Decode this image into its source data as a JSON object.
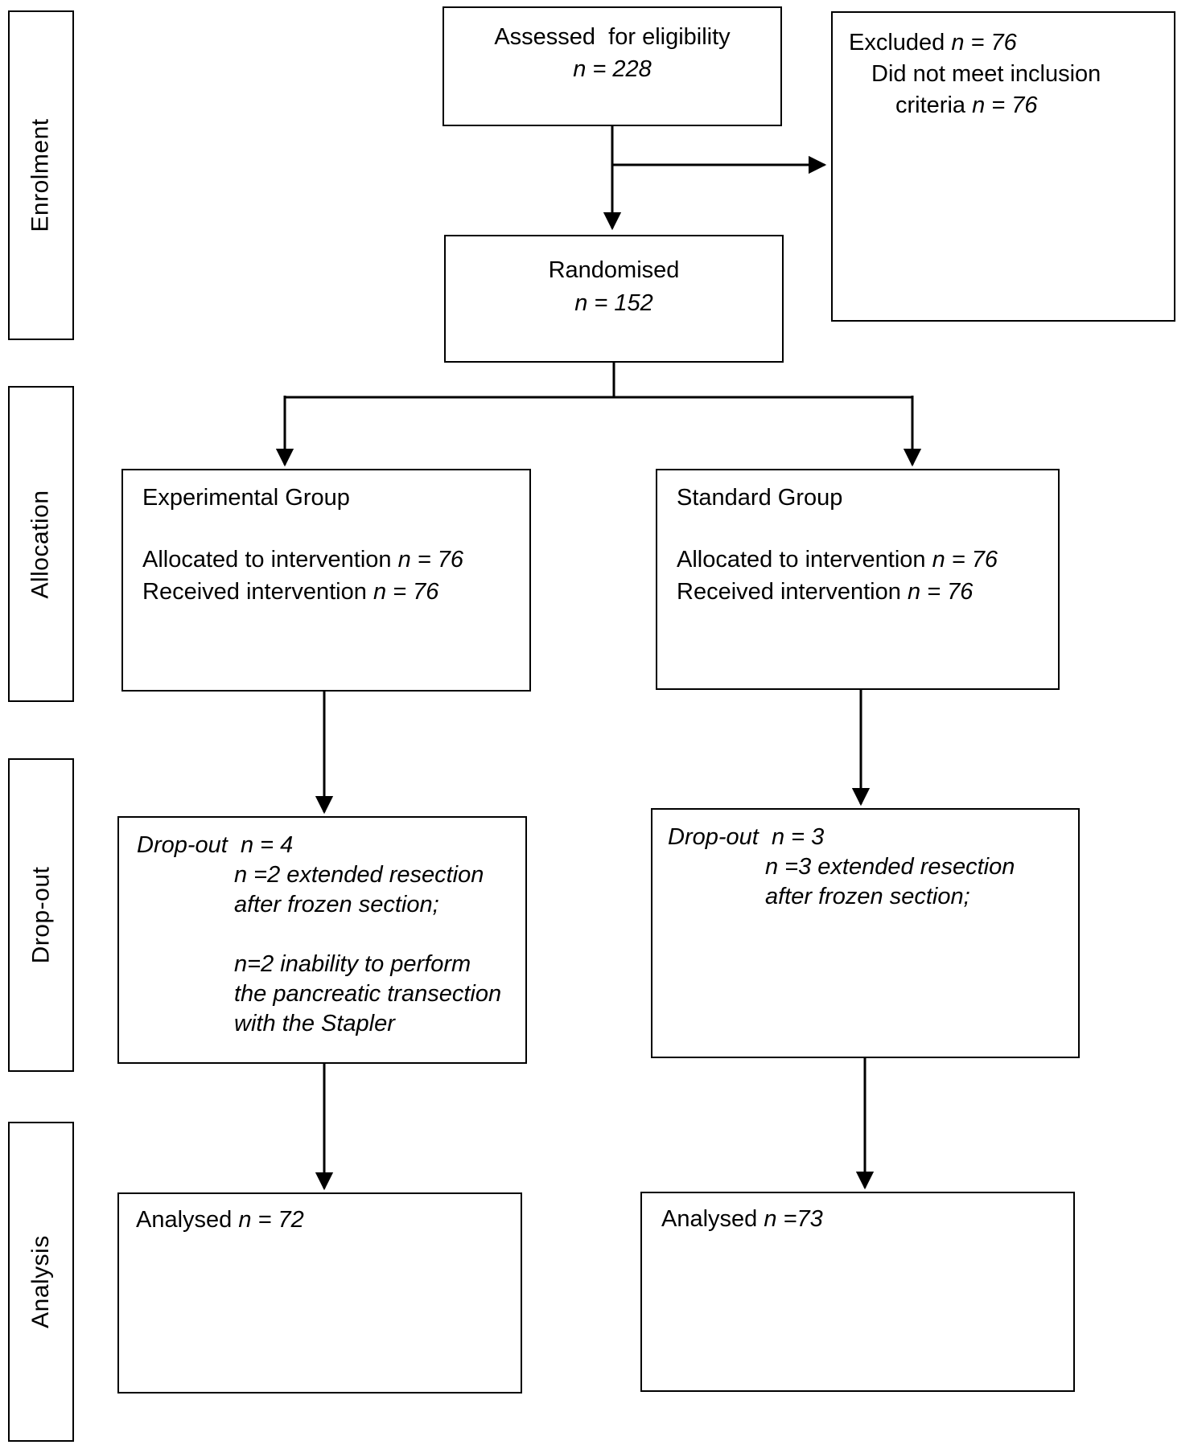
{
  "stages": {
    "enrolment": "Enrolment",
    "allocation": "Allocation",
    "dropout": "Drop-out",
    "analysis": "Analysis"
  },
  "assessed": {
    "title": "Assessed  for eligibility",
    "n": "n = 228"
  },
  "excluded": {
    "line1_pre": "Excluded ",
    "line1_n": "n = 76",
    "line2": "Did not meet inclusion",
    "line3_pre": "criteria ",
    "line3_n": "n = 76"
  },
  "randomised": {
    "title": "Randomised",
    "n": "n = 152"
  },
  "experimental": {
    "title": "Experimental Group",
    "alloc_pre": "Allocated to intervention ",
    "alloc_n": "n = 76",
    "recv_pre": "Received intervention ",
    "recv_n": "n = 76"
  },
  "standard": {
    "title": "Standard Group",
    "alloc_pre": "Allocated to intervention ",
    "alloc_n": "n = 76",
    "recv_pre": "Received intervention ",
    "recv_n": "n = 76"
  },
  "dropout_left": {
    "header_pre": "Drop-out  ",
    "header_n": "n = 4",
    "lines": [
      "n =2 extended resection",
      "after frozen section;",
      "",
      "n=2 inability to perform",
      "the pancreatic transection",
      "with the Stapler"
    ]
  },
  "dropout_right": {
    "header_pre": "Drop-out  ",
    "header_n": "n = 3",
    "lines": [
      "n =3 extended resection",
      "after frozen section;"
    ]
  },
  "analysed_left": {
    "pre": "Analysed ",
    "n": "n = 72"
  },
  "analysed_right": {
    "pre": "Analysed ",
    "n": "n =73"
  }
}
